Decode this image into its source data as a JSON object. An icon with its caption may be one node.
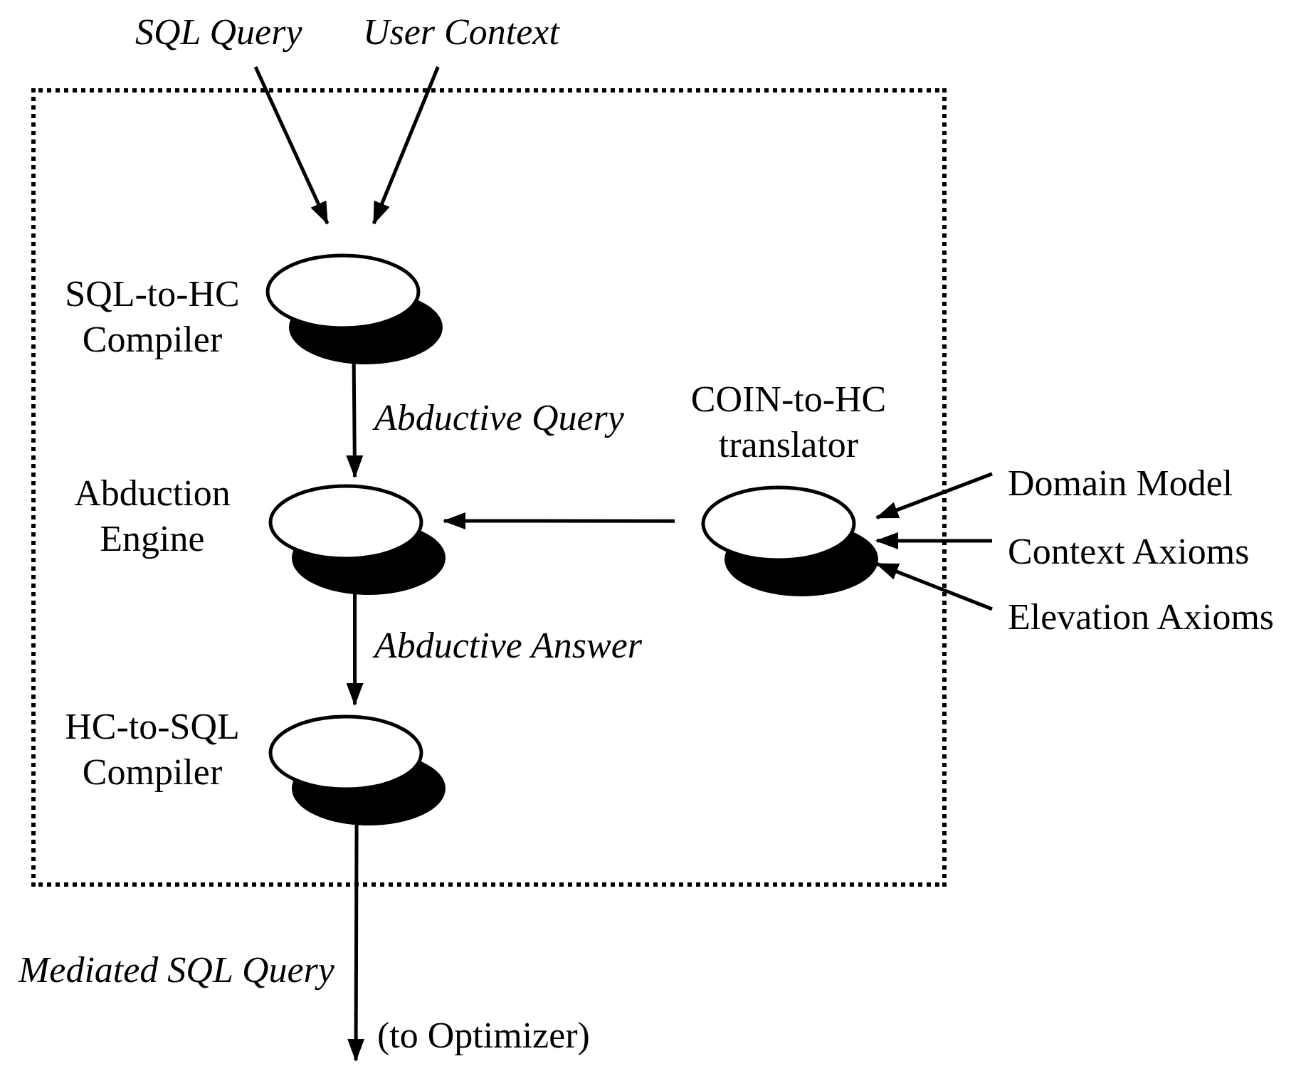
{
  "diagram": {
    "nodes": [
      {
        "text": [],
        "shape": "box"
      },
      {
        "text": [
          "SQL Query"
        ]
      },
      {
        "text": [
          "User Context"
        ]
      },
      {
        "text": [
          "SQL-to-HC Compiler"
        ],
        "in": 0
      },
      {
        "text": [
          "Abduction Engine"
        ],
        "in": 0
      },
      {
        "text": [
          "HC-to-SQL Compiler"
        ],
        "in": 0
      },
      {
        "text": [
          "COIN-to-HC translator"
        ],
        "in": 0
      },
      {
        "text": [
          "Domain Model"
        ]
      },
      {
        "text": [
          "Context Axioms"
        ]
      },
      {
        "text": [
          "Elevation Axioms"
        ]
      },
      {
        "text": [
          "(to Optimizer)"
        ]
      }
    ],
    "edges": [
      {
        "from": 1,
        "to": 3,
        "arrow": "to"
      },
      {
        "from": 2,
        "to": 3,
        "arrow": "to"
      },
      {
        "from": 3,
        "to": 4,
        "arrow": "to",
        "label": "Abductive Query"
      },
      {
        "from": 6,
        "to": 4,
        "arrow": "to"
      },
      {
        "from": 7,
        "to": 6,
        "arrow": "to"
      },
      {
        "from": 8,
        "to": 6,
        "arrow": "to"
      },
      {
        "from": 9,
        "to": 6,
        "arrow": "to"
      },
      {
        "from": 4,
        "to": 5,
        "arrow": "to",
        "label": "Abductive Answer"
      },
      {
        "from": 5,
        "to": 10,
        "arrow": "to",
        "label": "Mediated SQL Query"
      }
    ]
  }
}
